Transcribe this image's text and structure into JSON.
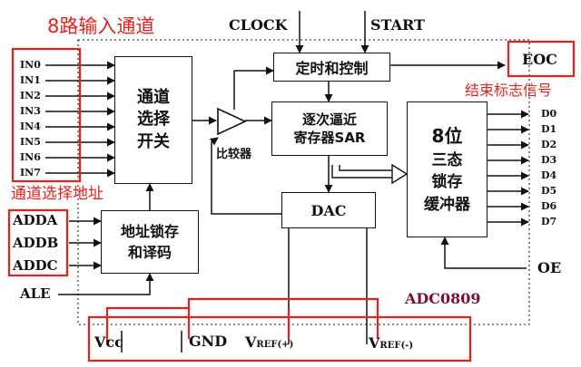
{
  "annotations": {
    "inputs8": "8路输入通道",
    "addr_select": "通道选择地址",
    "eoc_signal": "结束标志信号"
  },
  "inputs": [
    "IN0",
    "IN1",
    "IN2",
    "IN3",
    "IN4",
    "IN5",
    "IN6",
    "IN7"
  ],
  "address_pins": [
    "ADDA",
    "ADDB",
    "ADDC"
  ],
  "ale": "ALE",
  "top_pins": {
    "clock": "CLOCK",
    "start": "START"
  },
  "eoc": "EOC",
  "oe": "OE",
  "outputs": [
    "D0",
    "D1",
    "D2",
    "D3",
    "D4",
    "D5",
    "D6",
    "D7"
  ],
  "blocks": {
    "mux": [
      "通道",
      "选择",
      "开关"
    ],
    "timing": "定时和控制",
    "sar": [
      "逐次逼近",
      "寄存器SAR"
    ],
    "dac": "DAC",
    "latch_line1": "8位",
    "latch_rest": [
      "三态",
      "锁存",
      "缓冲器"
    ],
    "addr_latch": [
      "地址锁存",
      "和译码"
    ],
    "comparator": "比较器"
  },
  "chip_name": "ADC0809",
  "power": {
    "vcc": "Vcc",
    "gnd": "GND",
    "vref_plus_main": "V",
    "vref_plus_sub": "REF(+)",
    "vref_minus_main": "V",
    "vref_minus_sub": "REF(-)"
  },
  "colors": {
    "highlight": "#e8201c",
    "ink": "#111111",
    "chip_label": "#7a1030"
  }
}
